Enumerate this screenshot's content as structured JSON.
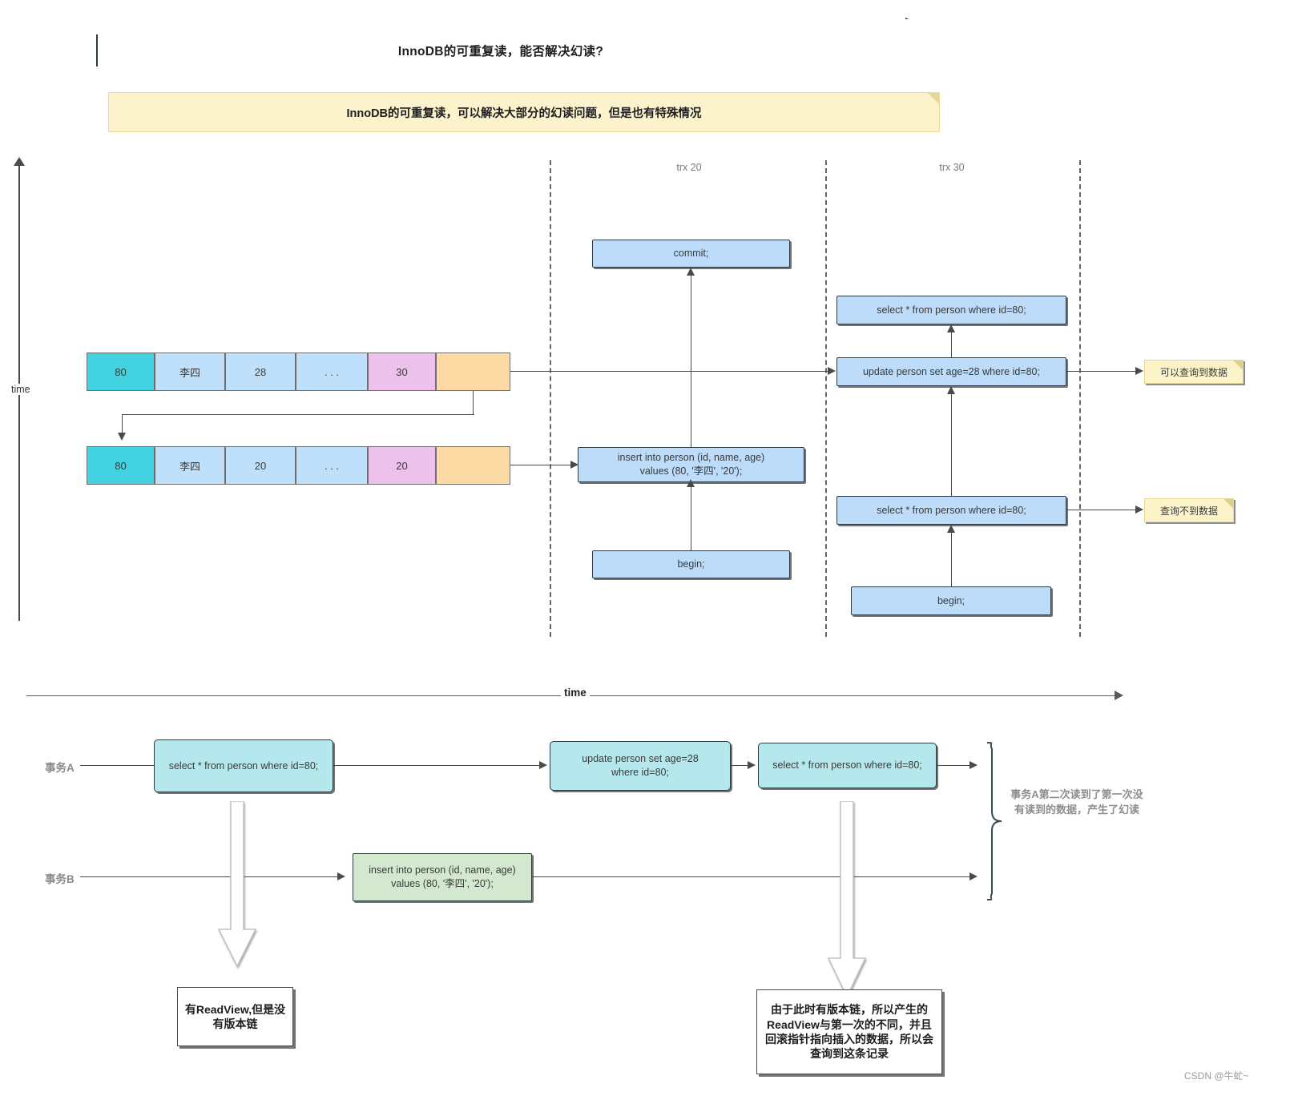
{
  "banner": {
    "title": "InnoDB的可重复读，能否解决幻读?"
  },
  "note": {
    "text": "InnoDB的可重复读，可以解决大部分的幻读问题，但是也有特殊情况"
  },
  "timeline": {
    "vertical_axis_label": "time",
    "horizontal_axis_label": "time"
  },
  "lanes": {
    "trx20_label": "trx 20",
    "trx30_label": "trx 30"
  },
  "record_rows": [
    {
      "id": "80",
      "name": "李四",
      "age": "28",
      "more": ". . .",
      "trx": "30",
      "ptr": ""
    },
    {
      "id": "80",
      "name": "李四",
      "age": "20",
      "more": ". . .",
      "trx": "20",
      "ptr": ""
    }
  ],
  "trx20_statements": [
    {
      "text": "commit;"
    },
    {
      "text": "insert into person (id, name, age)\nvalues (80, '李四', '20');"
    },
    {
      "text": "begin;"
    }
  ],
  "trx30_statements": [
    {
      "text": "select * from person where id=80;"
    },
    {
      "text": "update person set age=28 where id=80;"
    },
    {
      "text": "select * from person where id=80;"
    },
    {
      "text": "begin;"
    }
  ],
  "callouts": [
    {
      "text": "可以查询到数据"
    },
    {
      "text": "查询不到数据"
    }
  ],
  "bottom": {
    "lane_a_label": "事务A",
    "lane_b_label": "事务B",
    "lane_a_steps": [
      {
        "text": "select * from person where id=80;"
      },
      {
        "text": "update person set age=28\nwhere id=80;"
      },
      {
        "text": "select * from person where id=80;"
      }
    ],
    "lane_b_steps": [
      {
        "text": "insert into person (id, name, age)\nvalues (80, '李四', '20');"
      }
    ],
    "brace_note": "事务A第二次读到了第一次没有读到的数据，产生了幻读",
    "conclusion_left": "有ReadView,但是没有版本链",
    "conclusion_right": "由于此时有版本链，所以产生的ReadView与第一次的不同，并且回滚指针指向插入的数据，所以会查询到这条记录"
  },
  "watermark": {
    "text": "CSDN @牛虻~"
  },
  "colors": {
    "sql_blue": "#bcdcfa",
    "sql_teal": "#b5e8ec",
    "sql_green": "#d3e8cf",
    "note_yellow": "#fcf3cd",
    "id_cyan": "#42d2e0",
    "trx_pink": "#ecc2ec",
    "ptr_orange": "#fdd9a4"
  }
}
